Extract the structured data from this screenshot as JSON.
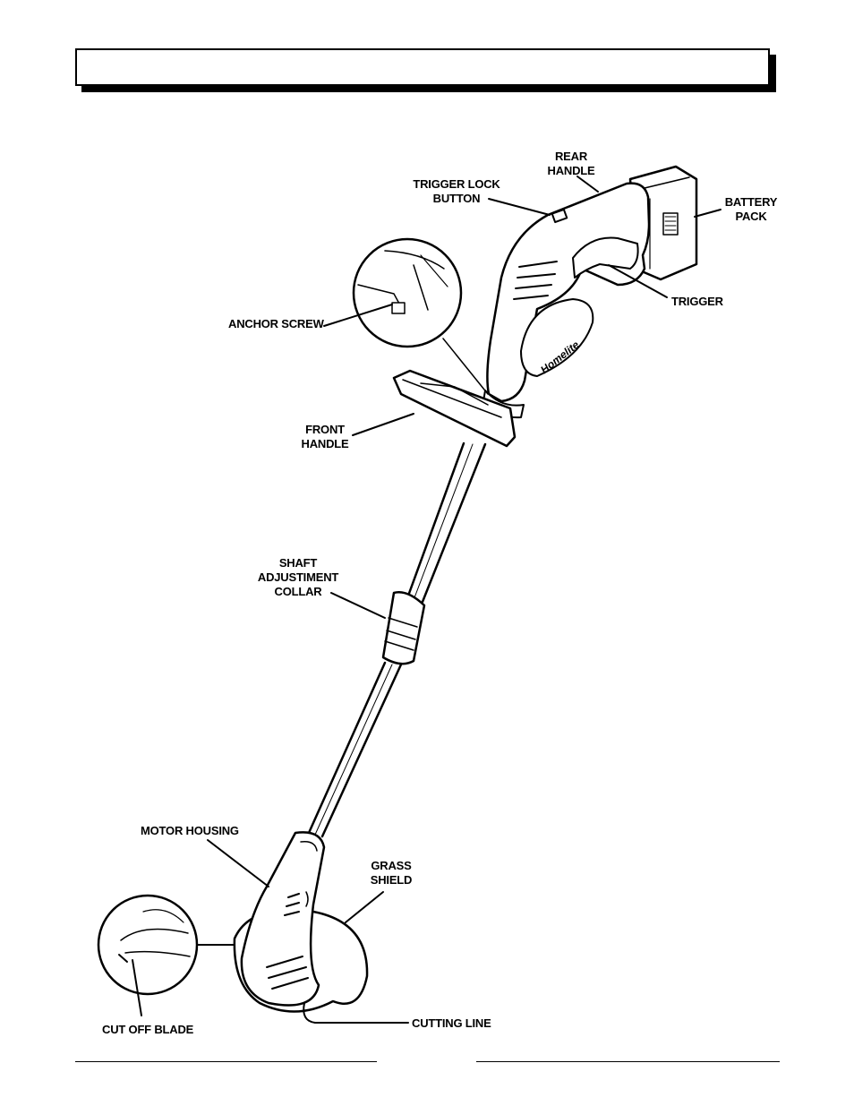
{
  "page": {
    "title_box_text": ""
  },
  "labels": {
    "rear_handle": "REAR\nHANDLE",
    "trigger_lock_button": "TRIGGER LOCK\nBUTTON",
    "battery_pack": "BATTERY\nPACK",
    "trigger": "TRIGGER",
    "anchor_screw": "ANCHOR SCREW",
    "front_handle": "FRONT\nHANDLE",
    "shaft_adjustment_collar": "SHAFT\nADJUSTIMENT\nCOLLAR",
    "motor_housing": "MOTOR HOUSING",
    "grass_shield": "GRASS\nSHIELD",
    "cut_off_blade": "CUT OFF BLADE",
    "cutting_line": "CUTTING LINE"
  },
  "brand_mark": "Homelite"
}
